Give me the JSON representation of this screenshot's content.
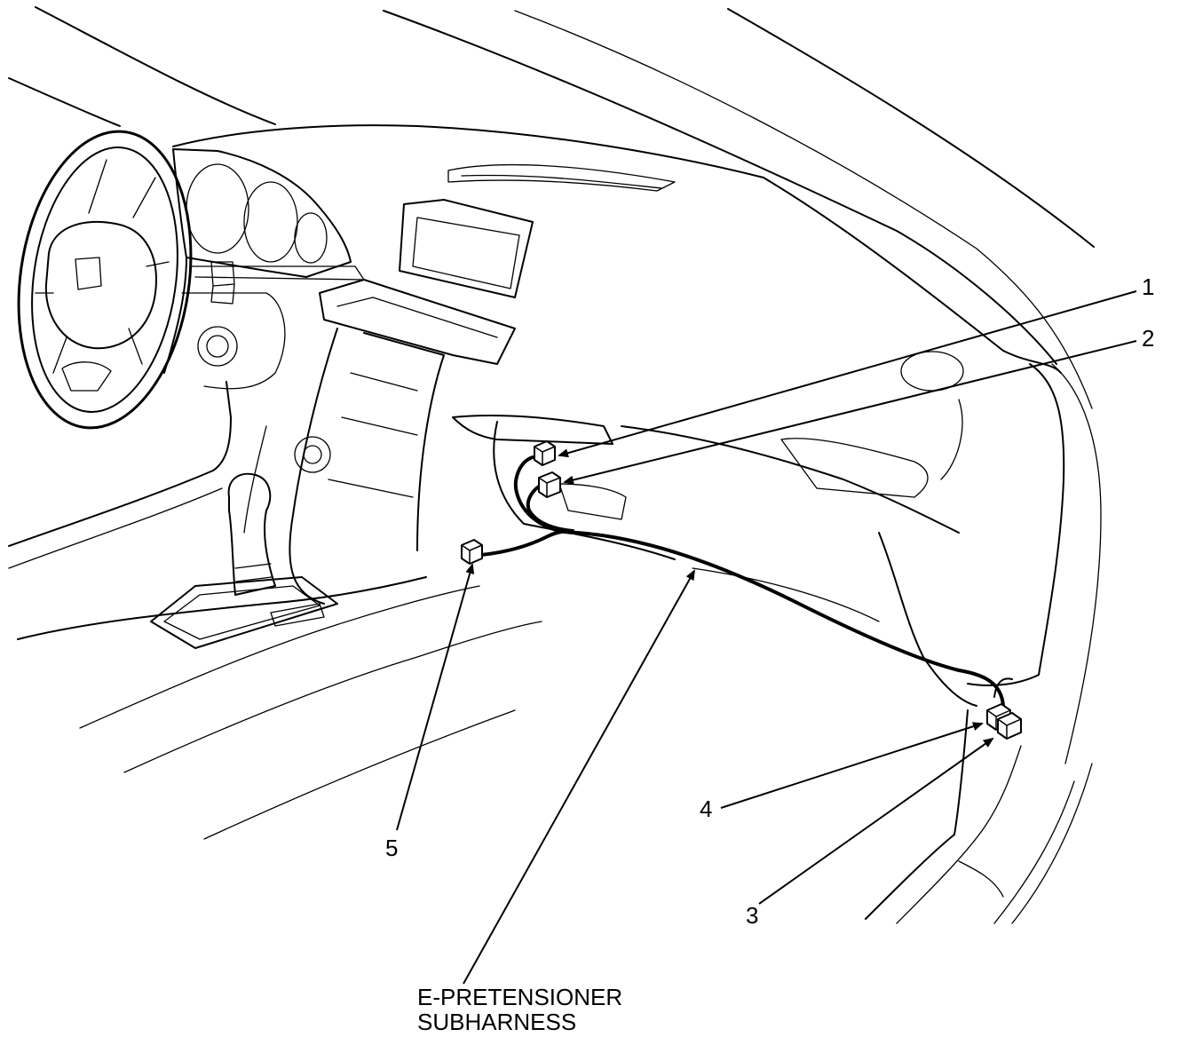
{
  "callouts": {
    "one": "1",
    "two": "2",
    "three": "3",
    "four": "4",
    "five": "5"
  },
  "harness_label": {
    "line1": "E-PRETENSIONER",
    "line2": "SUBHARNESS"
  }
}
